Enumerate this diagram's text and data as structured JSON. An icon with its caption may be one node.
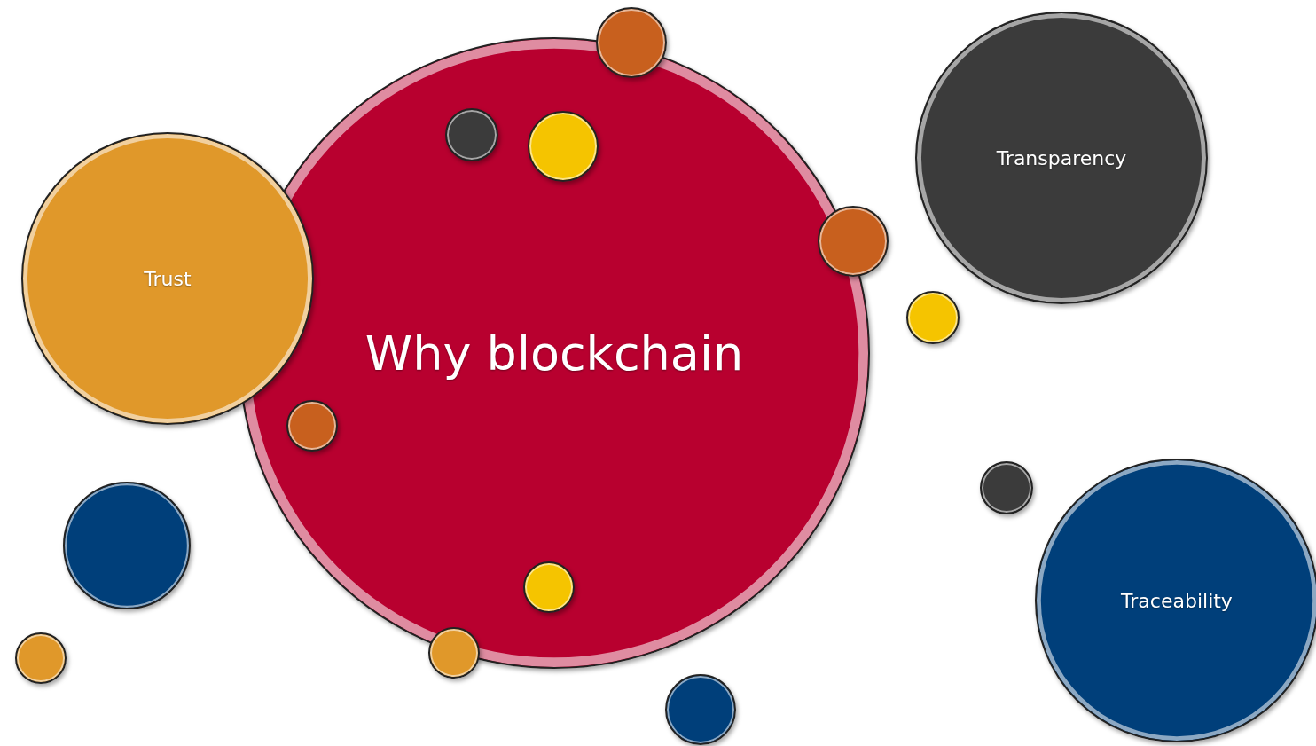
{
  "diagram": {
    "nodes": [
      {
        "text": [
          "Why blockchain"
        ]
      },
      {
        "text": [],
        "shape": "circle"
      },
      {
        "text": [],
        "shape": "circle",
        "in": 0
      },
      {
        "text": [],
        "shape": "circle",
        "in": 0
      },
      {
        "text": [
          "Transparency"
        ]
      },
      {
        "text": [
          "Trust"
        ]
      },
      {
        "text": [],
        "shape": "circle"
      },
      {
        "text": [],
        "shape": "circle"
      },
      {
        "text": [],
        "shape": "circle",
        "in": 0
      },
      {
        "text": [],
        "shape": "circle"
      },
      {
        "text": [],
        "shape": "circle"
      },
      {
        "text": [],
        "shape": "circle",
        "in": 0
      },
      {
        "text": [
          "Traceability"
        ]
      },
      {
        "text": [],
        "shape": "circle"
      },
      {
        "text": [],
        "shape": "circle"
      },
      {
        "text": [],
        "shape": "circle"
      }
    ]
  }
}
